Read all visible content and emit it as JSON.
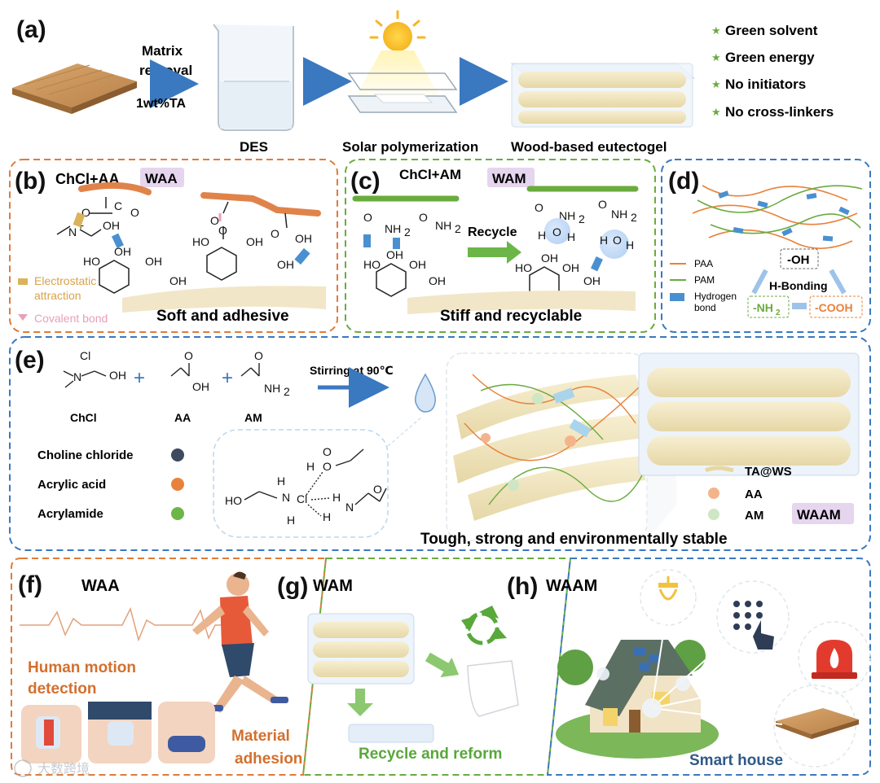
{
  "colors": {
    "orange": "#e07b39",
    "green": "#6aab3e",
    "blue": "#3a78c0",
    "accent_blue": "#4a90d0",
    "pink": "#e8a0b8",
    "tan": "#d4a366",
    "wood": "#c8955a",
    "gel": "#f0e6c0",
    "purple_bg": "#e6d5ee"
  },
  "panel_a": {
    "label": "(a)",
    "step1_line1": "Matrix",
    "step1_line2": "removal",
    "step1_line3": "1wt%TA",
    "beaker_label": "DES",
    "solar_label": "Solar polymerization",
    "gel_label": "Wood-based eutectogel",
    "features": [
      "Green solvent",
      "Green energy",
      "No initiators",
      "No cross-linkers"
    ]
  },
  "panel_b": {
    "label": "(b)",
    "title": "ChCl+AA",
    "badge": "WAA",
    "legend_electrostatic_1": "Electrostatic",
    "legend_electrostatic_2": "attraction",
    "legend_covalent": "Covalent bond",
    "caption": "Soft and adhesive",
    "atoms": {
      "n_plus": "N",
      "plus": "+",
      "oh": "OH",
      "o": "O",
      "c": "C",
      "ho": "HO"
    }
  },
  "panel_c": {
    "label": "(c)",
    "title": "ChCl+AM",
    "badge": "WAM",
    "recycle": "Recycle",
    "caption": "Stiff and recyclable",
    "atoms": {
      "nh2": "NH",
      "sub2": "2",
      "oh": "OH",
      "ho": "HO",
      "o": "O",
      "h": "H"
    }
  },
  "panel_d": {
    "label": "(d)",
    "legend_paa": "PAA",
    "legend_pam": "PAM",
    "legend_hb_1": "Hydrogen",
    "legend_hb_2": "bond",
    "oh_box": "-OH",
    "hbonding": "H-Bonding",
    "nh2_box": "-NH",
    "nh2_sub": "2",
    "cooh_box": "-COOH"
  },
  "panel_e": {
    "label": "(e)",
    "chcl_name": "ChCl",
    "aa_name": "AA",
    "am_name": "AM",
    "cl_minus": "Cl",
    "plus_sign": "+",
    "stirring": "Stirring at 90℃",
    "legend": [
      {
        "name": "Choline chloride",
        "color": "#3e4a5e"
      },
      {
        "name": "Acrylic acid",
        "color": "#e8823a"
      },
      {
        "name": "Acrylamide",
        "color": "#6cb648"
      }
    ],
    "gel_legend_ws": "TA@WS",
    "gel_legend_aa": "AA",
    "gel_legend_am": "AM",
    "badge": "WAAM",
    "caption": "Tough, strong and environmentally stable",
    "atoms": {
      "ho": "HO",
      "h": "H",
      "n": "N",
      "cl": "Cl",
      "o": "O",
      "oh": "OH",
      "nh2": "NH",
      "sub2": "2"
    }
  },
  "panel_f": {
    "label": "(f)",
    "title": "WAA",
    "motion_1": "Human motion",
    "motion_2": "detection",
    "adhesion_1": "Material",
    "adhesion_2": "adhesion"
  },
  "panel_g": {
    "label": "(g)",
    "title": "WAM",
    "caption": "Recycle and reform"
  },
  "panel_h": {
    "label": "(h)",
    "title": "WAAM",
    "caption": "Smart house"
  },
  "watermark": "大数跨境"
}
